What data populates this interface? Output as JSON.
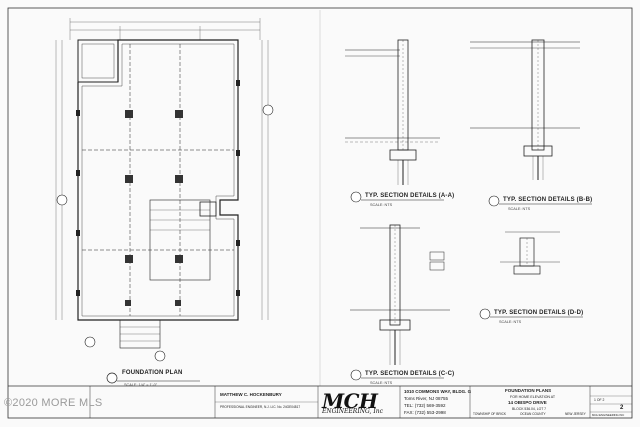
{
  "drawing": {
    "foundation_plan_title": "FOUNDATION PLAN",
    "foundation_plan_scale": "SCALE: 1/4\" = 1'-0\"",
    "section_aa_title": "TYP. SECTION DETAILS (A-A)",
    "section_bb_title": "TYP. SECTION DETAILS (B-B)",
    "section_cc_title": "TYP. SECTION DETAILS (C-C)",
    "section_dd_title": "TYP. SECTION DETAILS (D-D)",
    "section_scale": "SCALE: NTS"
  },
  "title_block": {
    "engineer_name": "MATTHEW C. HOCKENBURY",
    "engineer_license": "PROFESSIONAL ENGINEER, N.J. LIC. No. 24GE04817",
    "logo_main": "MCH",
    "logo_sub": "ENGINEERING, Inc",
    "address_line1": "1010 COMMONS WAY, BLDG. G",
    "address_line2": "Toms River, NJ 08755",
    "tel": "TEL: (732) 569-3592",
    "fax": "FAX: (732) 553-2998",
    "sheet_title": "FOUNDATION PLANS",
    "sheet_subtitle": "FOR HOME ELEVATION AT",
    "project_address": "14 OBISPO DRIVE",
    "block_lot": "BLOCK 536.04, LOT 7",
    "township": "TOWNSHIP OF BRICK",
    "county": "OCEAN COUNTY",
    "state": "NEW JERSEY",
    "sheet_number": "2",
    "sheet_of": "1 OF 2",
    "firm_footer": "MCH ENGINEERING INC"
  },
  "watermark": "©2020 MORE MLS"
}
